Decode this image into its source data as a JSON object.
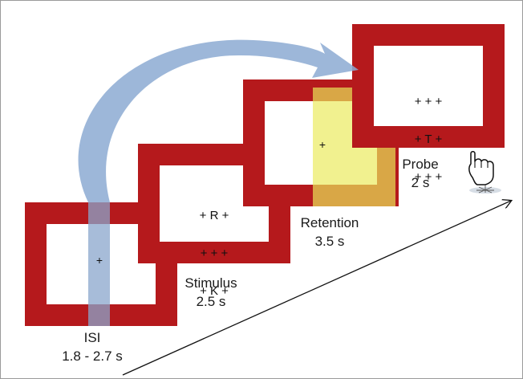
{
  "phases": [
    {
      "name": "ISI",
      "duration": "1.8 - 2.7 s",
      "grid": [
        "+"
      ]
    },
    {
      "name": "Stimulus",
      "duration": "2.5 s",
      "grid": [
        "+ R +",
        "+ + +",
        "+ K +"
      ]
    },
    {
      "name": "Retention",
      "duration": "3.5 s",
      "grid": [
        "+"
      ]
    },
    {
      "name": "Probe",
      "duration": "2 s",
      "grid": [
        "+ + +",
        "+ T +",
        "+ + +"
      ]
    }
  ],
  "colors": {
    "frame": "#b5191c",
    "retention_highlight": "#eaea5a",
    "isi_bar": "#8aa6cc",
    "arrow": "#8caad2"
  },
  "icons": [
    "hand-press-icon",
    "curved-arrow-icon",
    "time-axis-arrow-icon"
  ]
}
